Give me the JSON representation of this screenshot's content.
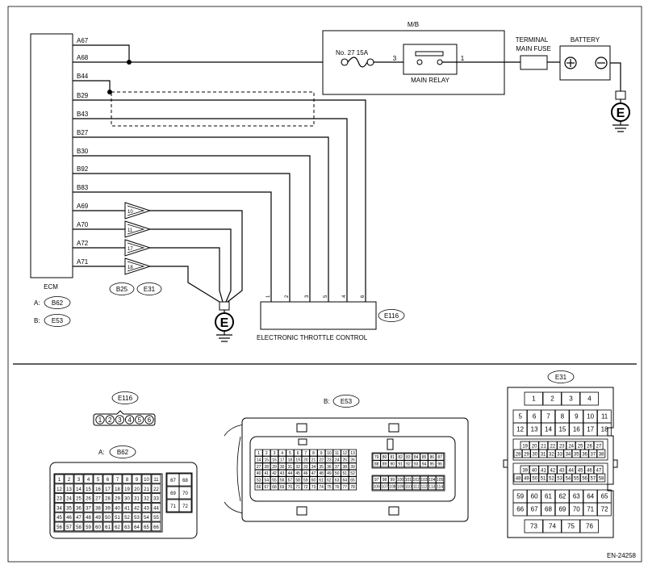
{
  "ecm": {
    "title": "ECM",
    "connectors": [
      {
        "letter": "A:",
        "code": "B62"
      },
      {
        "letter": "B:",
        "code": "E53"
      }
    ],
    "pins": [
      "A67",
      "A68",
      "B44",
      "B29",
      "B43",
      "B27",
      "B30",
      "B92",
      "B83",
      "A69",
      "A70",
      "A72",
      "A71"
    ],
    "extra_connectors": [
      "B25",
      "E31"
    ]
  },
  "buffers": [
    "10",
    "11",
    "17",
    "18"
  ],
  "mb": {
    "title": "M/B",
    "fuse_label": "No. 27  15A",
    "relay_label": "MAIN RELAY",
    "relay_terminals": [
      "3",
      "1"
    ]
  },
  "main_fuse": {
    "line1": "TERMINAL",
    "line2": "MAIN FUSE"
  },
  "battery": {
    "label": "BATTERY"
  },
  "ground_symbol": "E",
  "etc": {
    "title": "ELECTRONIC THROTTLE CONTROL",
    "connector": "E116",
    "pins": [
      "1",
      "2",
      "3",
      "5",
      "4",
      "6"
    ]
  },
  "connector_views": {
    "e116": {
      "label": "E116",
      "pins": [
        "1",
        "2",
        "3",
        "4",
        "5",
        "6"
      ]
    },
    "b62": {
      "label_prefix": "A:",
      "label": "B62",
      "rows": [
        [
          "1",
          "2",
          "3",
          "4",
          "5",
          "6",
          "7",
          "8",
          "9",
          "10",
          "11"
        ],
        [
          "12",
          "13",
          "14",
          "15",
          "16",
          "17",
          "18",
          "19",
          "20",
          "21",
          "22"
        ],
        [
          "23",
          "24",
          "25",
          "26",
          "27",
          "28",
          "29",
          "30",
          "31",
          "32",
          "33"
        ],
        [
          "34",
          "35",
          "36",
          "37",
          "38",
          "39",
          "40",
          "41",
          "42",
          "43",
          "44"
        ],
        [
          "45",
          "46",
          "47",
          "48",
          "49",
          "50",
          "51",
          "52",
          "53",
          "54",
          "55"
        ],
        [
          "56",
          "57",
          "58",
          "59",
          "60",
          "61",
          "62",
          "63",
          "64",
          "65",
          "66"
        ]
      ],
      "side": [
        [
          "67",
          "68"
        ],
        [
          "69",
          "70"
        ],
        [
          "71",
          "72"
        ]
      ]
    },
    "e53": {
      "label_prefix": "B:",
      "label": "E53",
      "rows": [
        [
          "1",
          "2",
          "3",
          "4",
          "5",
          "6",
          "7",
          "8",
          "9",
          "10",
          "11",
          "12",
          "13"
        ],
        [
          "14",
          "15",
          "16",
          "17",
          "18",
          "19",
          "20",
          "21",
          "22",
          "23",
          "24",
          "25",
          "26"
        ],
        [
          "27",
          "28",
          "29",
          "30",
          "31",
          "32",
          "33",
          "34",
          "35",
          "36",
          "37",
          "38",
          "39"
        ],
        [
          "40",
          "41",
          "42",
          "43",
          "44",
          "45",
          "46",
          "47",
          "48",
          "49",
          "50",
          "51",
          "52"
        ],
        [
          "53",
          "54",
          "55",
          "56",
          "57",
          "58",
          "59",
          "60",
          "61",
          "62",
          "63",
          "64",
          "65"
        ],
        [
          "66",
          "67",
          "68",
          "69",
          "70",
          "71",
          "72",
          "73",
          "74",
          "75",
          "76",
          "77",
          "78"
        ]
      ],
      "right_top": [
        [
          "79",
          "80",
          "81",
          "82",
          "83",
          "84",
          "85",
          "86",
          "87"
        ],
        [
          "88",
          "89",
          "90",
          "91",
          "92",
          "93",
          "94",
          "95",
          "96"
        ]
      ],
      "right_bottom": [
        [
          "97",
          "98",
          "99",
          "100",
          "101",
          "102",
          "103",
          "104",
          "105"
        ],
        [
          "106",
          "107",
          "108",
          "109",
          "110",
          "111",
          "112",
          "113",
          "114"
        ]
      ]
    },
    "e31": {
      "label": "E31",
      "rows": [
        [
          "1",
          "2",
          "3",
          "4"
        ],
        [
          "5",
          "6",
          "7",
          "8",
          "9",
          "10",
          "11"
        ],
        [
          "12",
          "13",
          "14",
          "15",
          "16",
          "17",
          "18"
        ],
        [
          "19",
          "20",
          "21",
          "22",
          "23",
          "24",
          "25",
          "26",
          "27"
        ],
        [
          "28",
          "29",
          "30",
          "31",
          "32",
          "33",
          "34",
          "35",
          "36",
          "37",
          "38"
        ],
        [
          "39",
          "40",
          "41",
          "42",
          "43",
          "44",
          "45",
          "46",
          "47"
        ],
        [
          "48",
          "49",
          "50",
          "51",
          "52",
          "53",
          "54",
          "55",
          "56",
          "57",
          "58"
        ],
        [
          "59",
          "60",
          "61",
          "62",
          "63",
          "64",
          "65"
        ],
        [
          "66",
          "67",
          "68",
          "69",
          "70",
          "71",
          "72"
        ],
        [
          "73",
          "74",
          "75",
          "76"
        ]
      ]
    }
  },
  "footer": {
    "code": "EN-24258"
  }
}
